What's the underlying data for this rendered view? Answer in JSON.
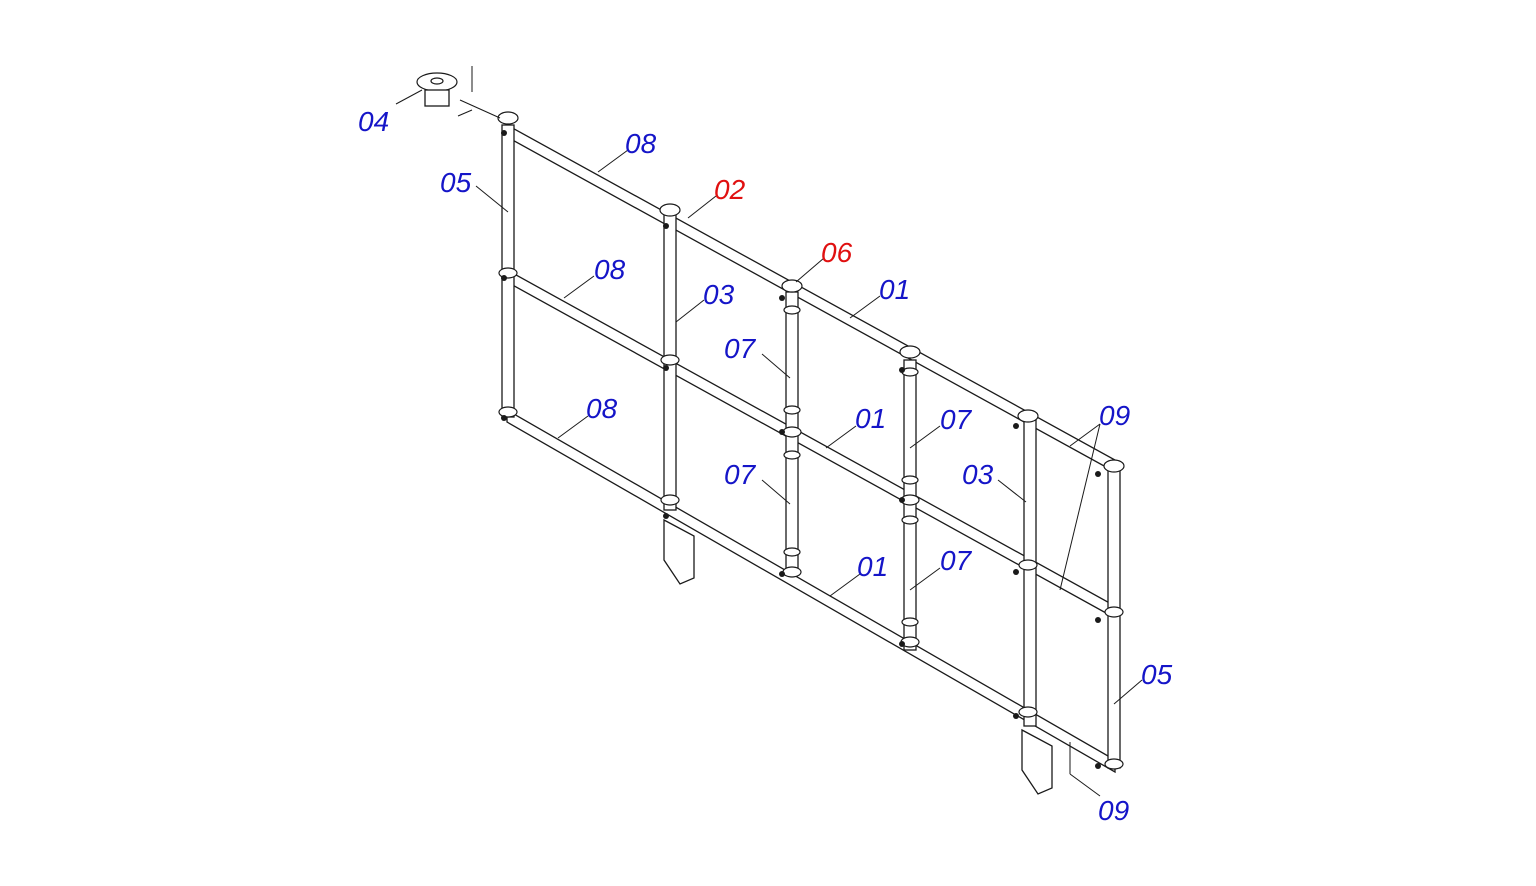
{
  "colors": {
    "callout_default": "#1515c8",
    "callout_highlight": "#e01010",
    "line": "#1a1a1a"
  },
  "callouts": [
    {
      "id": "c04",
      "text": "04",
      "color": "blue"
    },
    {
      "id": "c08a",
      "text": "08",
      "color": "blue"
    },
    {
      "id": "c05a",
      "text": "05",
      "color": "blue"
    },
    {
      "id": "c02",
      "text": "02",
      "color": "red"
    },
    {
      "id": "c06",
      "text": "06",
      "color": "red"
    },
    {
      "id": "c08b",
      "text": "08",
      "color": "blue"
    },
    {
      "id": "c03a",
      "text": "03",
      "color": "blue"
    },
    {
      "id": "c01a",
      "text": "01",
      "color": "blue"
    },
    {
      "id": "c07a",
      "text": "07",
      "color": "blue"
    },
    {
      "id": "c08c",
      "text": "08",
      "color": "blue"
    },
    {
      "id": "c01b",
      "text": "01",
      "color": "blue"
    },
    {
      "id": "c07b",
      "text": "07",
      "color": "blue"
    },
    {
      "id": "c09a",
      "text": "09",
      "color": "blue"
    },
    {
      "id": "c07c",
      "text": "07",
      "color": "blue"
    },
    {
      "id": "c03b",
      "text": "03",
      "color": "blue"
    },
    {
      "id": "c01c",
      "text": "01",
      "color": "blue"
    },
    {
      "id": "c07d",
      "text": "07",
      "color": "blue"
    },
    {
      "id": "c05b",
      "text": "05",
      "color": "blue"
    },
    {
      "id": "c09b",
      "text": "09",
      "color": "blue"
    }
  ]
}
